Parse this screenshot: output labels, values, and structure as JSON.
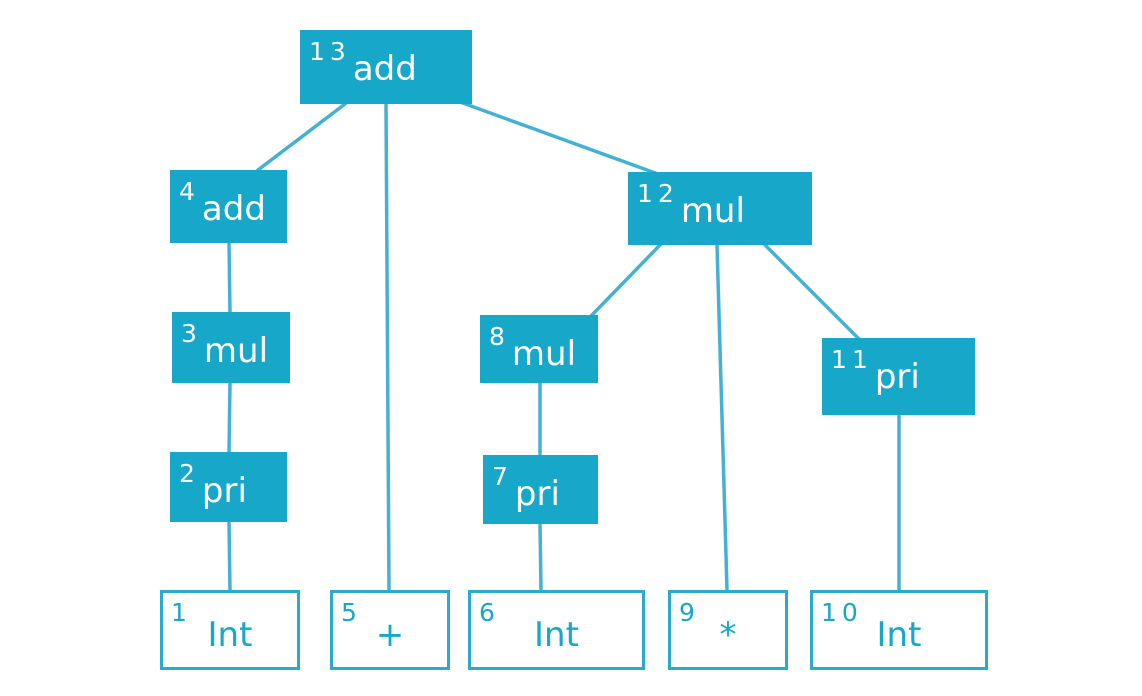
{
  "diagram": {
    "type": "parse-tree",
    "accent_color": "#16a7c9",
    "edge_color": "#45b1d2",
    "background_color": "#ffffff",
    "nodes": {
      "n13": {
        "num": "13",
        "label": "add",
        "kind": "rule"
      },
      "n4": {
        "num": "4",
        "label": "add",
        "kind": "rule"
      },
      "n12": {
        "num": "12",
        "label": "mul",
        "kind": "rule"
      },
      "n3": {
        "num": "3",
        "label": "mul",
        "kind": "rule"
      },
      "n8": {
        "num": "8",
        "label": "mul",
        "kind": "rule"
      },
      "n11": {
        "num": "11",
        "label": "pri",
        "kind": "rule"
      },
      "n2": {
        "num": "2",
        "label": "pri",
        "kind": "rule"
      },
      "n7": {
        "num": "7",
        "label": "pri",
        "kind": "rule"
      },
      "n1": {
        "num": "1",
        "label": "Int",
        "kind": "token"
      },
      "n5": {
        "num": "5",
        "label": "+",
        "kind": "token"
      },
      "n6": {
        "num": "6",
        "label": "Int",
        "kind": "token"
      },
      "n9": {
        "num": "9",
        "label": "*",
        "kind": "token"
      },
      "n10": {
        "num": "10",
        "label": "Int",
        "kind": "token"
      }
    },
    "edges": [
      {
        "from": "13",
        "to": "4"
      },
      {
        "from": "13",
        "to": "5"
      },
      {
        "from": "13",
        "to": "12"
      },
      {
        "from": "4",
        "to": "3"
      },
      {
        "from": "3",
        "to": "2"
      },
      {
        "from": "2",
        "to": "1"
      },
      {
        "from": "12",
        "to": "8"
      },
      {
        "from": "12",
        "to": "9"
      },
      {
        "from": "12",
        "to": "11"
      },
      {
        "from": "8",
        "to": "7"
      },
      {
        "from": "7",
        "to": "6"
      },
      {
        "from": "11",
        "to": "10"
      }
    ]
  }
}
